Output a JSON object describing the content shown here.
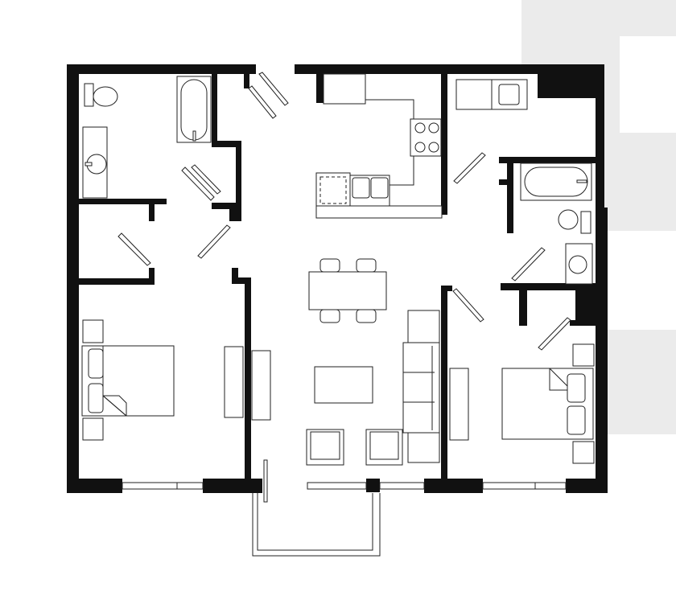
{
  "colors": {
    "wall": "#111111",
    "line": "#222222",
    "background": "#ffffff",
    "panel": "#ebebeb"
  },
  "rooms": [
    "bedroom",
    "bathroom",
    "closet",
    "kitchen",
    "laundry",
    "living-dining",
    "bedroom",
    "bathroom",
    "closet",
    "balcony"
  ]
}
